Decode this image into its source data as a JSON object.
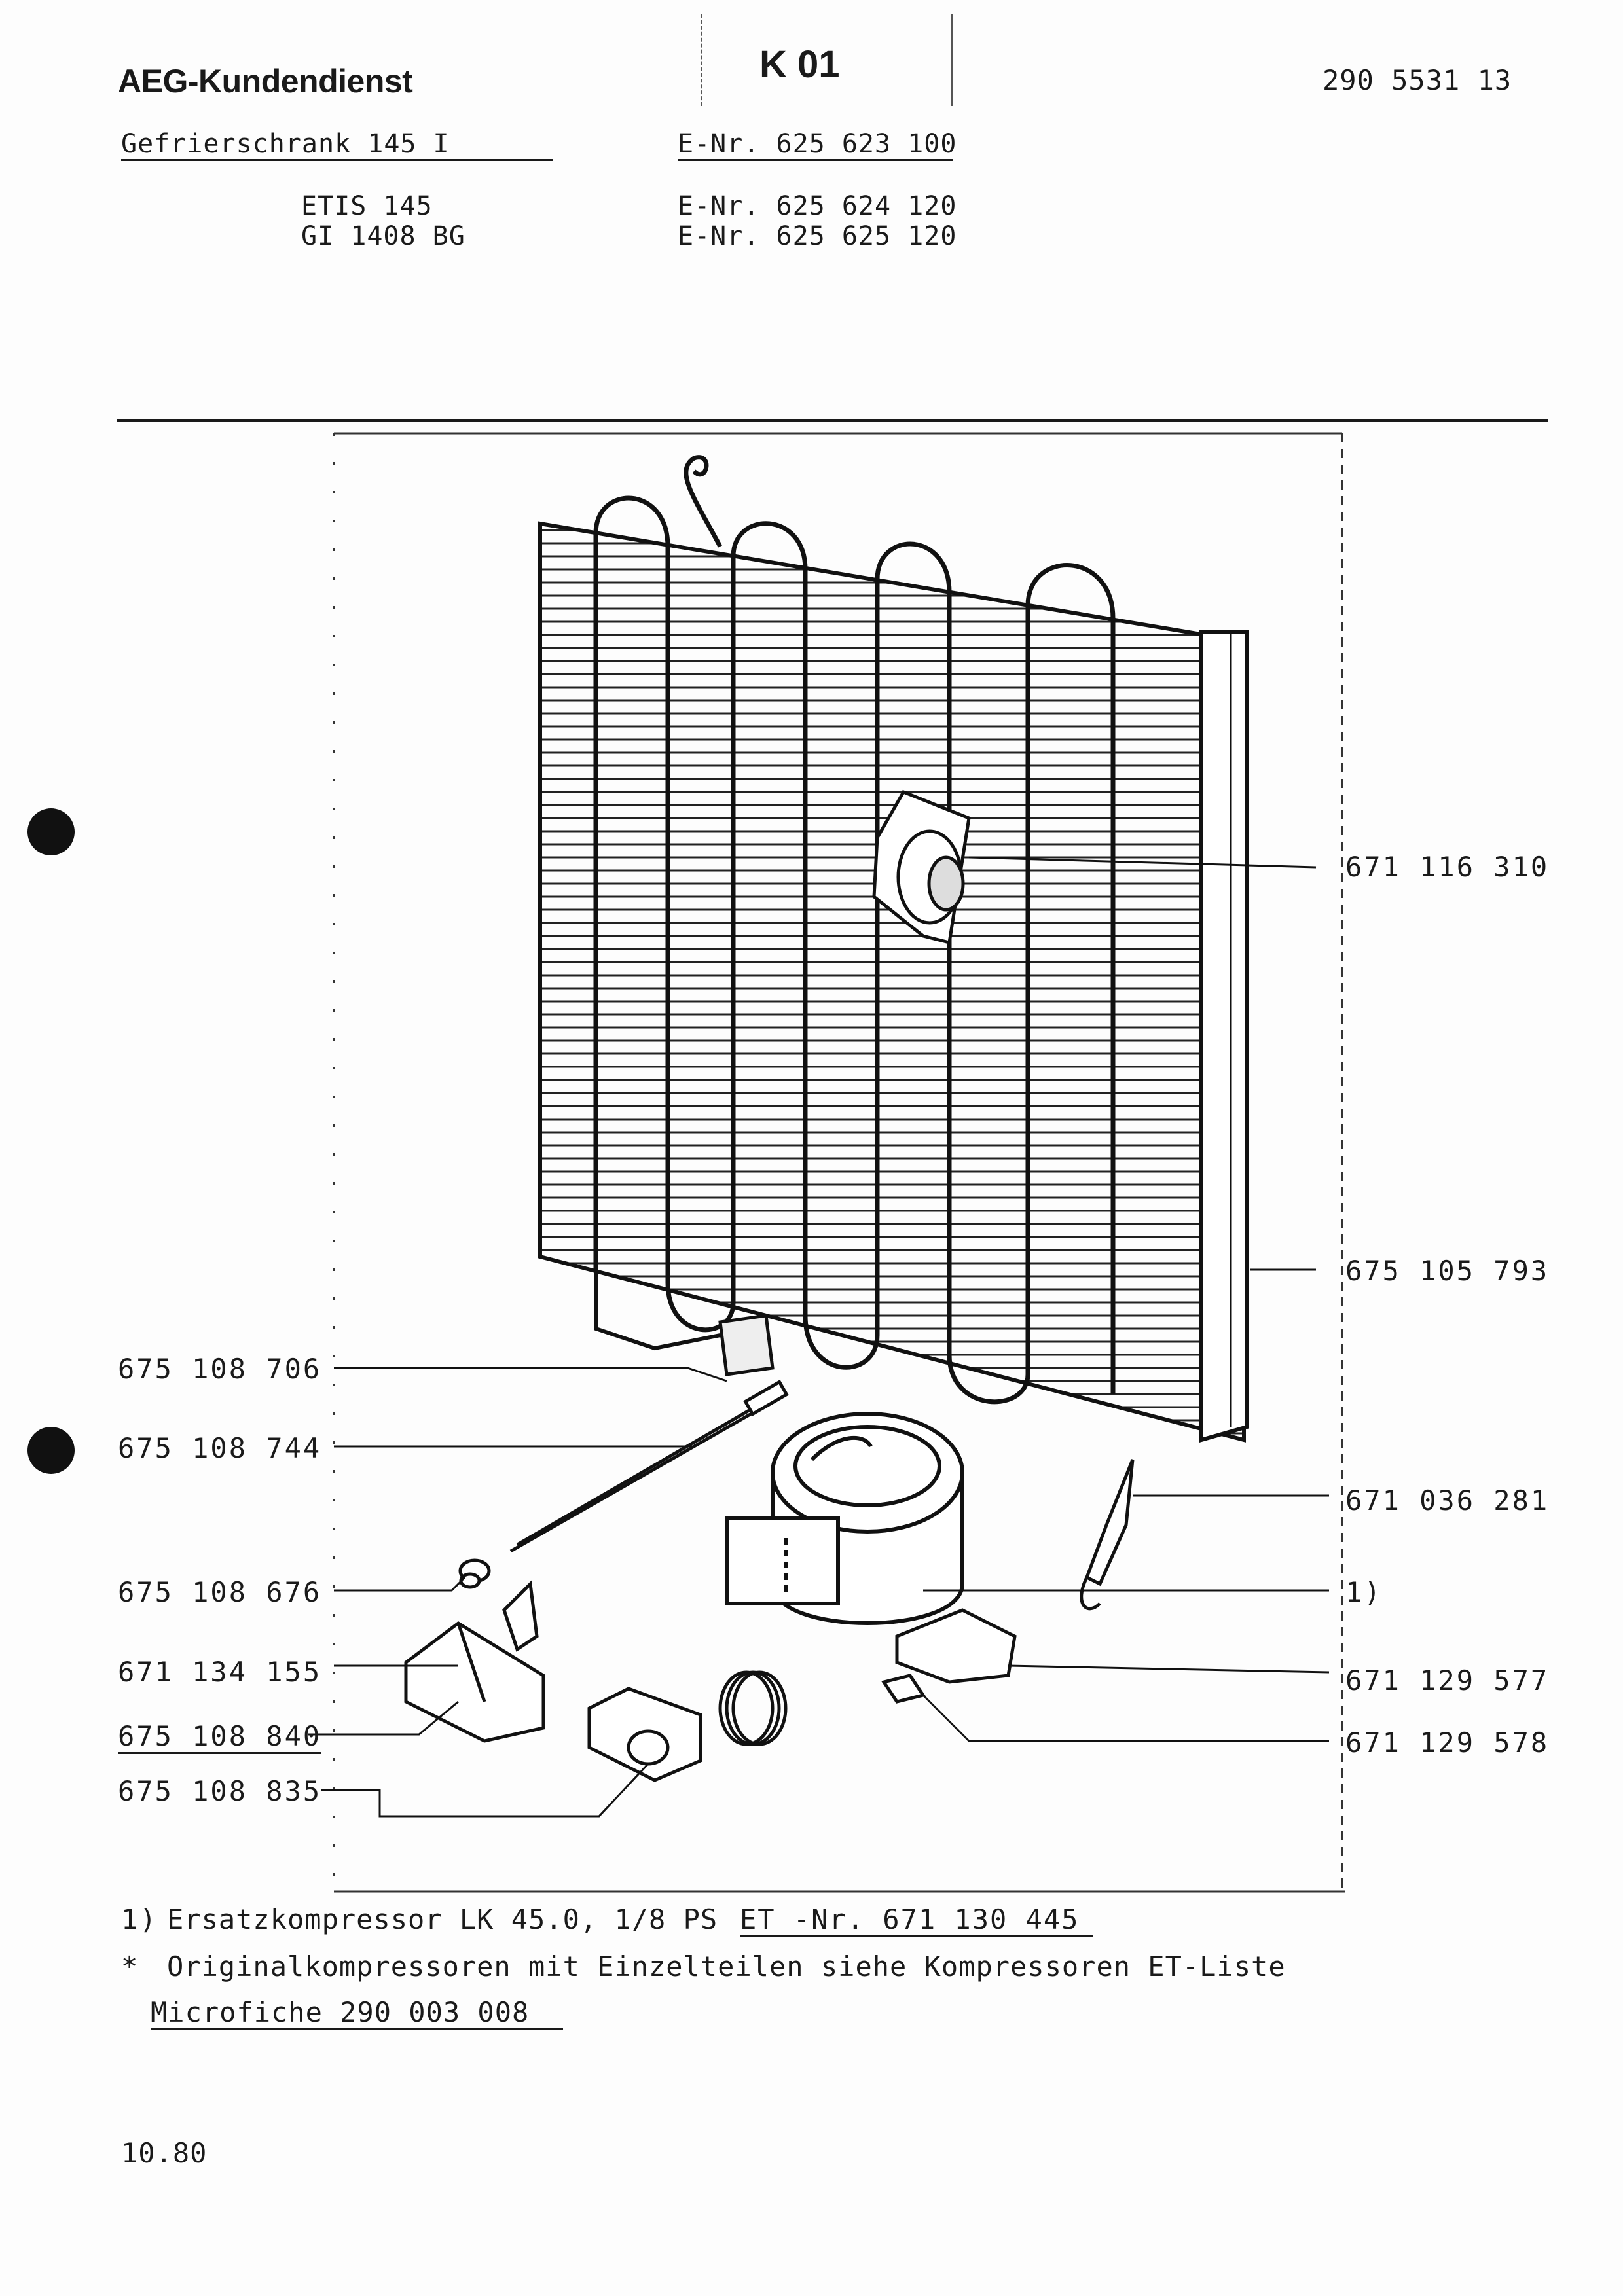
{
  "header": {
    "brand": "AEG-Kundendienst",
    "page_code": "K 01",
    "doc_number": "290 5531 13"
  },
  "models": [
    {
      "name": "Gefrierschrank  145 I",
      "enr": "E-Nr. 625 623 100"
    },
    {
      "name": "ETIS 145",
      "enr": "E-Nr. 625 624 120"
    },
    {
      "name": "GI 1408 BG",
      "enr": "E-Nr. 625 625 120"
    }
  ],
  "parts": {
    "evaporator_grid_support": "671 116 310",
    "condenser": "675 105 793",
    "dryer_filter": "675 108 706",
    "capillary": "675 108 744",
    "grommet": "675 108 676",
    "relay_cover": "671 134 155",
    "start_relay": "675 108 840",
    "thermostat": "675 108 835",
    "service_valve": "671 036 281",
    "compressor_ref": "1)",
    "mount_bracket": "671 129 577",
    "mount_clip": "671 129 578"
  },
  "notes": {
    "footnote1_prefix": "1)",
    "footnote1_text": "Ersatzkompressor LK 45.0, 1/8 PS",
    "footnote1_part": "ET -Nr. 671 130 445",
    "footnote2_prefix": "*",
    "footnote2_text": "Originalkompressoren mit Einzelteilen siehe Kompressoren ET-Liste",
    "footnote2_ref": "Microfiche 290 003 008"
  },
  "date": "10.80"
}
